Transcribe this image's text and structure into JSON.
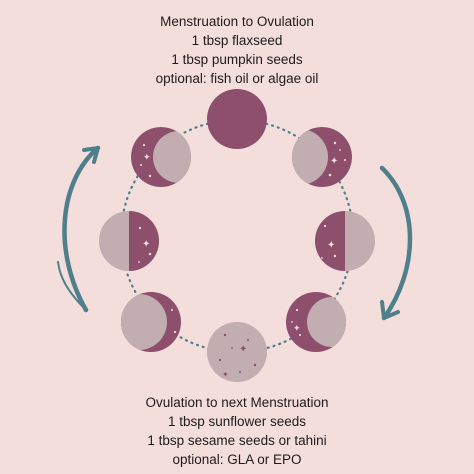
{
  "top": {
    "line1": "Menstruation to Ovulation",
    "line2": "1 tbsp flaxseed",
    "line3": "1 tbsp pumpkin seeds",
    "line4": "optional: fish oil or algae oil"
  },
  "bottom": {
    "line1": "Ovulation to next Menstruation",
    "line2": "1 tbsp sunflower seeds",
    "line3": "1 tbsp sesame seeds or tahini",
    "line4": "optional: GLA or EPO"
  },
  "colors": {
    "background": "#f3dedb",
    "dark_moon": "#8e4f6c",
    "light_moon": "#c2adb1",
    "arrow": "#4f7f8b",
    "ring": "#4f7f8b"
  },
  "icons": [
    "new-moon-icon",
    "waxing-crescent-icon",
    "first-quarter-icon",
    "waxing-gibbous-icon",
    "full-moon-icon",
    "waning-gibbous-icon",
    "last-quarter-icon",
    "waning-crescent-icon",
    "cycle-arrow-icon"
  ]
}
